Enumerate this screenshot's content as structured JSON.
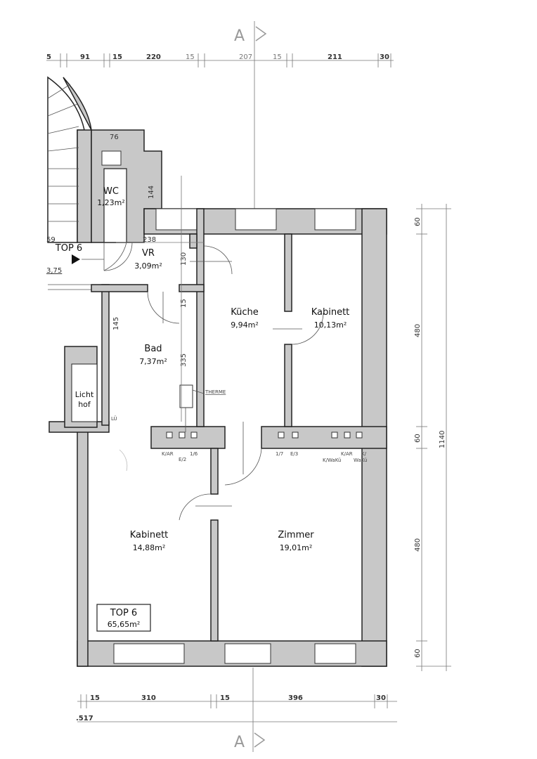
{
  "section_marker": "A",
  "top_dimensions": [
    "5",
    "91",
    "15",
    "220",
    "15",
    "207",
    "15",
    "211",
    "30"
  ],
  "bottom_dimensions": [
    "15",
    "310",
    "15",
    "396",
    "30"
  ],
  "bottom_total": ".517",
  "right_dimensions": [
    "60",
    "480",
    "60",
    "480",
    "60"
  ],
  "right_total": "1140",
  "interior_dimensions": {
    "wc_width": "76",
    "wc_height": "144",
    "vr_width": "238",
    "vr_height": "130",
    "bad_left": "145",
    "bad_shaft": "15",
    "bad_height": "335",
    "stair_top": "59",
    "stair_level": "3,75"
  },
  "unit_entry": {
    "label": "TOP 6"
  },
  "rooms": {
    "wc": {
      "name": "WC",
      "area": "1,23m²"
    },
    "vr": {
      "name": "VR",
      "area": "3,09m²"
    },
    "kueche": {
      "name": "Küche",
      "area": "9,94m²"
    },
    "kabinett_top": {
      "name": "Kabinett",
      "area": "10,13m²"
    },
    "bad": {
      "name": "Bad",
      "area": "7,37m²"
    },
    "lichthof": {
      "name_line1": "Licht",
      "name_line2": "hof"
    },
    "kabinett_bottom": {
      "name": "Kabinett",
      "area": "14,88m²"
    },
    "zimmer": {
      "name": "Zimmer",
      "area": "19,01m²"
    }
  },
  "annotations": {
    "therme": "THERME",
    "lue": "LÜ",
    "kar1": "K/AR",
    "e2": "E/2",
    "l6": "1/6",
    "l7": "1/7",
    "e3": "E/3",
    "kar2": "K/AR",
    "k": "K/",
    "kwako": "K/WaKü",
    "wako": "WaKü"
  },
  "summary_box": {
    "title": "TOP 6",
    "area": "65,65m²"
  }
}
